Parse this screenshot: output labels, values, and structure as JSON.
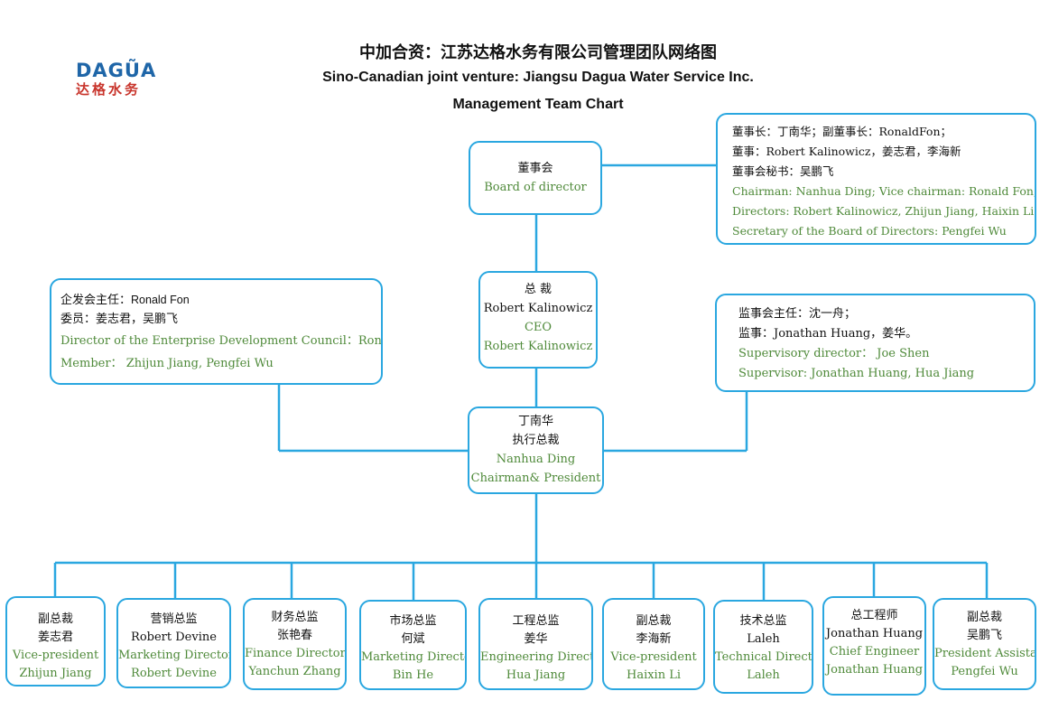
{
  "logo": {
    "text": "DAGŨA",
    "cn": "达格水务"
  },
  "title": {
    "cn": "中加合资：江苏达格水务有限公司管理团队网络图",
    "en": "Sino-Canadian joint venture: Jiangsu Dagua Water Service Inc.",
    "sub": "Management Team Chart"
  },
  "board": {
    "cn": "董事会",
    "en": "Board of director"
  },
  "board_info": {
    "lines_cn": [
      "董事长：丁南华；副董事长：RonaldFon；",
      "董事：Robert Kalinowicz，姜志君，李海新",
      "董事会秘书：吴鹏飞"
    ],
    "lines_en": [
      "Chairman: Nanhua Ding; Vice chairman: Ronald Fon;",
      "Directors: Robert Kalinowicz, Zhijun Jiang, Haixin Li.",
      "Secretary of the Board of Directors: Pengfei Wu"
    ]
  },
  "ceo": {
    "title_cn": "总 裁",
    "name": "Robert Kalinowicz",
    "title_en": "CEO",
    "name_en": "Robert Kalinowicz"
  },
  "edc": {
    "line1_cn": "企发会主任：",
    "line1_name": "Ronald Fon",
    "line2_cn": "委员：姜志君，吴鹏飞",
    "line3_en": "Director of the Enterprise Development Council：Ronald Fon",
    "line4_en": "Member： Zhijun Jiang, Pengfei Wu"
  },
  "supervisory": {
    "line1_cn": "监事会主任：沈一舟；",
    "line2_cn": "监事：Jonathan Huang，姜华。",
    "line3_en": "Supervisory director： Joe Shen",
    "line4_en": "Supervisor: Jonathan Huang, Hua Jiang"
  },
  "president": {
    "name_cn": "丁南华",
    "title_cn": "执行总裁",
    "name_en": "Nanhua Ding",
    "title_en": "Chairman& President"
  },
  "departments": [
    {
      "cn1": "副总裁",
      "cn2": "姜志君",
      "en1": "Vice-president",
      "en2": "Zhijun Jiang"
    },
    {
      "cn1": "营销总监",
      "cn2": "Robert Devine",
      "en1": "Marketing Director",
      "en2": "Robert Devine"
    },
    {
      "cn1": "财务总监",
      "cn2": "张艳春",
      "en1": "Finance Director",
      "en2": "Yanchun Zhang"
    },
    {
      "cn1": "市场总监",
      "cn2": "何斌",
      "en1": "Marketing Director",
      "en2": "Bin He"
    },
    {
      "cn1": "工程总监",
      "cn2": "姜华",
      "en1": "Engineering Director",
      "en2": "Hua Jiang"
    },
    {
      "cn1": "副总裁",
      "cn2": "李海新",
      "en1": "Vice-president",
      "en2": "Haixin Li"
    },
    {
      "cn1": "技术总监",
      "cn2": "Laleh",
      "en1": "Technical Director",
      "en2": "Laleh"
    },
    {
      "cn1": "总工程师",
      "cn2": "Jonathan Huang",
      "en1": "Chief Engineer",
      "en2": "Jonathan Huang"
    },
    {
      "cn1": "副总裁",
      "cn2": "吴鹏飞",
      "en1": "President Assistant",
      "en2": "Pengfei Wu"
    }
  ],
  "colors": {
    "border": "#2aa7e0",
    "english_text": "#4f8a3a",
    "logo_blue": "#1f66a8",
    "logo_red": "#c8342b"
  }
}
